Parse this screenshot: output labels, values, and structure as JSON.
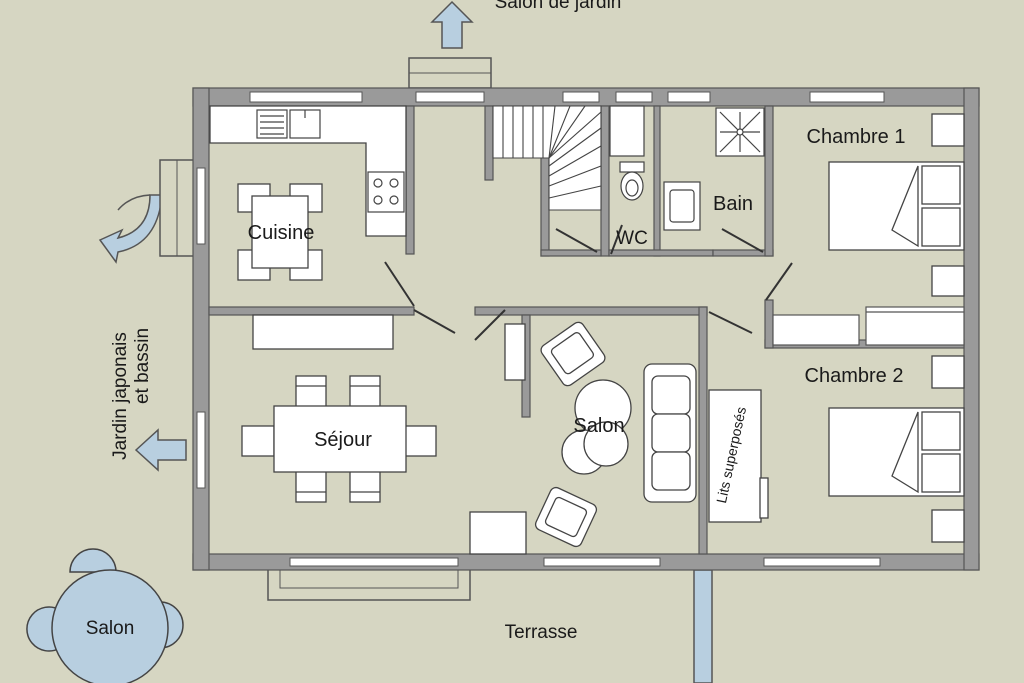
{
  "rooms": {
    "cuisine": "Cuisine",
    "wc": "WC",
    "bain": "Bain",
    "chambre1": "Chambre 1",
    "chambre2": "Chambre 2",
    "sejour": "Séjour",
    "salon": "Salon",
    "lits": "Lits superposés"
  },
  "exterior": {
    "salon_jardin": "Salon de jardin",
    "jardin": "Jardin japonais",
    "jardin2": "et bassin",
    "terrasse": "Terrasse",
    "salon_ext": "Salon"
  },
  "colors": {
    "background": "#d6d6c2",
    "wall": "#9a9a9a",
    "wall_outline": "#555555",
    "floor": "#d6d6c2",
    "furniture": "#ffffff",
    "furniture_line": "#333333",
    "arrow": "#b8cfe0",
    "round_table": "#b8cfe0"
  }
}
